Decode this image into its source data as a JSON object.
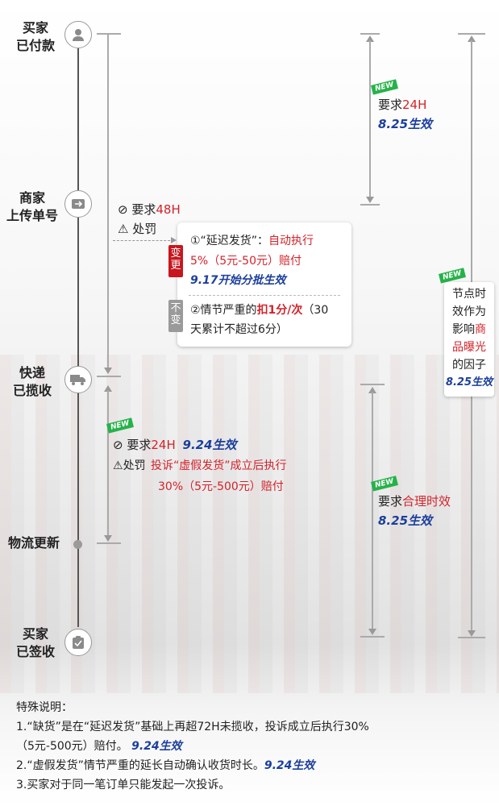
{
  "nodes": {
    "buyer_paid": [
      "买家",
      "已付款"
    ],
    "merchant_upload": [
      "商家",
      "上传单号"
    ],
    "courier_collected": [
      "快递",
      "已揽收"
    ],
    "logistics_update": "物流更新",
    "buyer_signed": [
      "买家",
      "已签收"
    ]
  },
  "badge_new": "NEW",
  "right_top": {
    "req_prefix": "要求",
    "req_value": "24H",
    "effective": "8.25生效"
  },
  "right_side": {
    "l1": "节点时",
    "l2": "效作为",
    "l3a": "影响",
    "l3b": "商",
    "l4": "品曝光",
    "l5": "的因子",
    "effective": "8.25生效"
  },
  "right_bottom": {
    "req_prefix": "要求",
    "req_value": "合理时效",
    "effective": "8.25生效"
  },
  "upload_section": {
    "req_icon": "⊘",
    "req_prefix": "要求",
    "req_value": "48H",
    "penalty_icon": "⚠",
    "penalty_label": "处罚"
  },
  "card": {
    "tag_changed": "变更",
    "tag_unchanged": "不变",
    "item1_prefix": "①“延迟发货”：",
    "item1_red": "自动执行",
    "item1_line2": "5%（5元-50元）赔付",
    "item1_effective": "9.17开始分批生效",
    "item2_prefix": "②情节严重的",
    "item2_red": "扣1分/次",
    "item2_suffix": "（30",
    "item2_line2": "天累计不超过6分）"
  },
  "collect_section": {
    "req_icon": "⊘",
    "req_prefix": "要求",
    "req_value": "24H",
    "effective": "9.24生效",
    "penalty_icon": "⚠",
    "penalty_label": "处罚",
    "penalty_line1": "投诉“虚假发货”成立后执行",
    "penalty_line2": "30%（5元-500元）赔付"
  },
  "notes": {
    "title": "特殊说明：",
    "n1_line1": "1.“缺货”是在“延迟发货”基础上再超72H未揽收，投诉成立后执行30%",
    "n1_line2": "（5元-500元）赔付。",
    "n1_effective": "9.24生效",
    "n2": "2.“虚假发货”情节严重的延长自动确认收货时长。",
    "n2_effective": "9.24生效",
    "n3": "3.买家对于同一笔订单只能发起一次投诉。"
  },
  "colors": {
    "red": "#d3232a",
    "blue": "#1c3f9c",
    "new_green": "#26b24a",
    "tag_red": "#c7161e",
    "tag_gray": "#9a9a9a"
  },
  "icons": {
    "buyer_paid": "user-icon",
    "merchant_upload": "upload-icon",
    "courier_collected": "truck-icon",
    "buyer_signed": "clipboard-check-icon"
  }
}
